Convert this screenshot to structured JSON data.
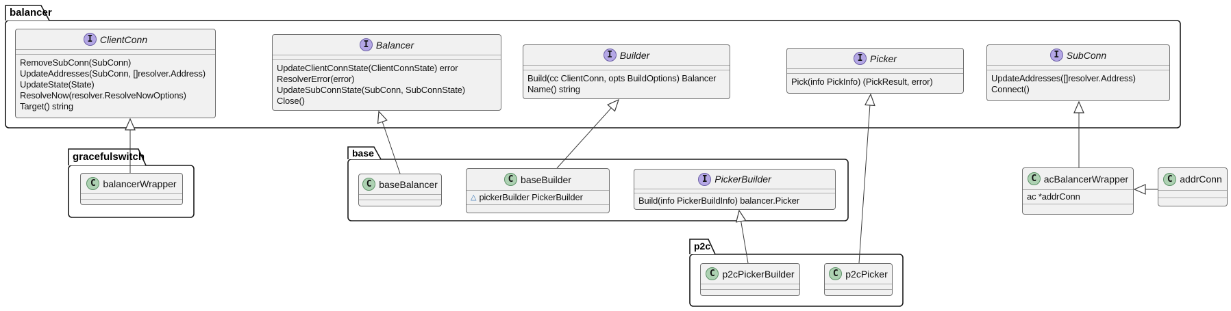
{
  "packages": {
    "balancer": {
      "label": "balancer"
    },
    "gracefulswitch": {
      "label": "gracefulswitch"
    },
    "base": {
      "label": "base"
    },
    "p2c": {
      "label": "p2c"
    }
  },
  "icons": {
    "interface_letter": "I",
    "class_letter": "C",
    "field_private_marker": "△"
  },
  "colors": {
    "interface_icon_bg": "#B4A7E5",
    "class_icon_bg": "#ADD1B2",
    "box_bg": "#F1F1F1",
    "field_marker_color": "#3B78B5"
  },
  "classes": {
    "clientconn": {
      "kind": "interface",
      "title": "ClientConn",
      "methods": [
        "RemoveSubConn(SubConn)",
        "UpdateAddresses(SubConn, []resolver.Address)",
        "UpdateState(State)",
        "ResolveNow(resolver.ResolveNowOptions)",
        "Target() string"
      ]
    },
    "balancer": {
      "kind": "interface",
      "title": "Balancer",
      "methods": [
        "UpdateClientConnState(ClientConnState) error",
        "ResolverError(error)",
        "UpdateSubConnState(SubConn, SubConnState)",
        "Close()"
      ]
    },
    "builder": {
      "kind": "interface",
      "title": "Builder",
      "methods": [
        "Build(cc ClientConn, opts BuildOptions) Balancer",
        "Name() string"
      ]
    },
    "picker": {
      "kind": "interface",
      "title": "Picker",
      "methods": [
        "Pick(info PickInfo) (PickResult, error)"
      ]
    },
    "subconn": {
      "kind": "interface",
      "title": "SubConn",
      "methods": [
        "UpdateAddresses([]resolver.Address)",
        "Connect()"
      ]
    },
    "balancerwrapper": {
      "kind": "class",
      "title": "balancerWrapper"
    },
    "basebalancer": {
      "kind": "class",
      "title": "baseBalancer"
    },
    "basebuilder": {
      "kind": "class",
      "title": "baseBuilder",
      "fields": [
        "pickerBuilder PickerBuilder"
      ]
    },
    "pickerbuilder": {
      "kind": "interface",
      "title": "PickerBuilder",
      "methods": [
        "Build(info PickerBuildInfo) balancer.Picker"
      ]
    },
    "p2cpickerbuilder": {
      "kind": "class",
      "title": "p2cPickerBuilder"
    },
    "p2cpicker": {
      "kind": "class",
      "title": "p2cPicker"
    },
    "acbalancerwrapper": {
      "kind": "class",
      "title": "acBalancerWrapper",
      "fields": [
        "ac *addrConn"
      ]
    },
    "addrconn": {
      "kind": "class",
      "title": "addrConn"
    }
  },
  "relations": [
    {
      "from": "balancerWrapper",
      "to": "ClientConn",
      "type": "implements"
    },
    {
      "from": "baseBalancer",
      "to": "Balancer",
      "type": "implements"
    },
    {
      "from": "baseBuilder",
      "to": "Builder",
      "type": "implements"
    },
    {
      "from": "p2cPickerBuilder",
      "to": "PickerBuilder",
      "type": "implements"
    },
    {
      "from": "p2cPicker",
      "to": "Picker",
      "type": "implements"
    },
    {
      "from": "acBalancerWrapper",
      "to": "SubConn",
      "type": "implements"
    },
    {
      "from": "addrConn",
      "to": "acBalancerWrapper",
      "type": "implements"
    }
  ]
}
